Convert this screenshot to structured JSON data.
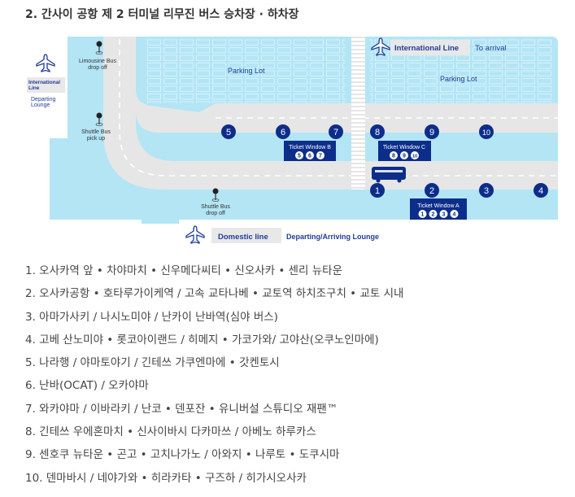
{
  "title": "2. 간사이 공항 제 2 터미널 리무진 버스 승차장 · 하차장",
  "map": {
    "international_line": "International Line",
    "to_arrival": "To arrival",
    "parking_lot": "Parking Lot",
    "left_international_line": "International Line",
    "departing_lounge": "Departing Lounge",
    "limousine_drop_off": [
      "Limousine Bus",
      "drop off"
    ],
    "shuttle_pick_up": [
      "Shuttle Bus",
      "pick up"
    ],
    "shuttle_drop_off": [
      "Shuttle Bus",
      "drop off"
    ],
    "domestic_line": "Domestic line",
    "departing_arriving_lounge": "Departing/Arriving Lounge",
    "stops_upper": [
      "5",
      "6",
      "7",
      "8",
      "9",
      "10"
    ],
    "stops_lower": [
      "1",
      "2",
      "3",
      "4"
    ],
    "ticket_window_a": {
      "label": "Ticket Window A",
      "stops": [
        "1",
        "2",
        "3",
        "4"
      ]
    },
    "ticket_window_b": {
      "label": "Ticket Window B",
      "stops": [
        "5",
        "6",
        "7"
      ]
    },
    "ticket_window_c": {
      "label": "Ticket Window C",
      "stops": [
        "8",
        "9",
        "10"
      ]
    },
    "colors": {
      "area": "#b3e5f5",
      "road": "#e6e6e6",
      "navy": "#0d2d8a",
      "text_blue": "#1f3d99"
    }
  },
  "routes": [
    "1. 오사카역 앞 • 차야마치 • 신우메다씨티 • 신오사카 • 센리 뉴타운",
    "2. 오사카공항 • 호타루가이케역 / 고속 교타나베 • 교토역 하치조구치 • 교토 시내",
    "3. 아마가사키 / 나시노미야 / 난카이 난바역(심야 버스)",
    "4. 고베 산노미야 • 롯코아이랜드 / 히메지 • 가코가와/ 고야산(오쿠노인마에)",
    "5. 나라행 / 야마토야기 / 긴테쓰 가쿠엔마에 • 갓켄토시",
    "6. 난바(OCAT) / 오카야마",
    "7. 와카야마 / 이바라키 / 난코 • 덴포잔 • 유니버설 스튜디오 재팬™",
    "8. 긴테쓰 우에혼마치 • 신사이바시 다카마쓰 / 아베노 하루카스",
    "9. 센호쿠 뉴타운 • 곤고 • 고치나가노 / 아와지 • 나루토 • 도쿠시마",
    "10. 덴마바시 / 네야가와 • 히라카타 • 구즈하 / 히가시오사카"
  ]
}
